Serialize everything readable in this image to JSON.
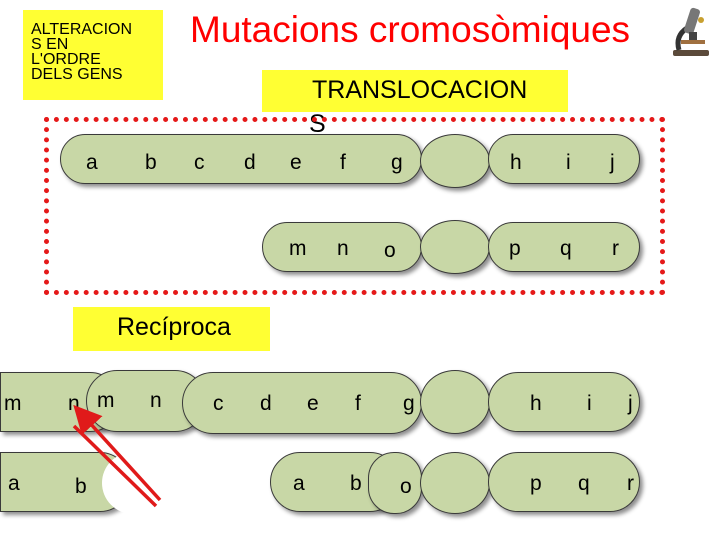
{
  "header": {
    "title": "Mutacions cromosòmiques",
    "corner_label": "ALTERACION S EN L'ORDRE DELS GENS",
    "corner_line1": "ALTERACION",
    "corner_line2": "S EN",
    "corner_line3": "L'ORDRE",
    "corner_line4": "DELS GENS",
    "section_label_main": "TRANSLOCACION",
    "section_label_tail": "S"
  },
  "colors": {
    "title": "#ff0000",
    "highlight": "#ffff33",
    "chromosome": "#c8d7a6",
    "frame": "#e51919",
    "cross": "#e01a1a"
  },
  "original_pair": {
    "chromosome_1_genes": [
      "a",
      "b",
      "c",
      "d",
      "e",
      "f",
      "g",
      "h",
      "i",
      "j"
    ],
    "chromosome_2_genes": [
      "m",
      "n",
      "o",
      "p",
      "q",
      "r"
    ]
  },
  "type_label": "Recíproca",
  "translocated_pair": {
    "chromosome_1_genes": [
      "m",
      "n",
      "m",
      "n",
      "c",
      "d",
      "e",
      "f",
      "g",
      "h",
      "i",
      "j"
    ],
    "chromosome_2_genes": [
      "a",
      "b",
      "a",
      "b",
      "o",
      "p",
      "q",
      "r"
    ]
  },
  "icons": [
    "microscope-icon",
    "arrow-icon",
    "cross-icon"
  ]
}
